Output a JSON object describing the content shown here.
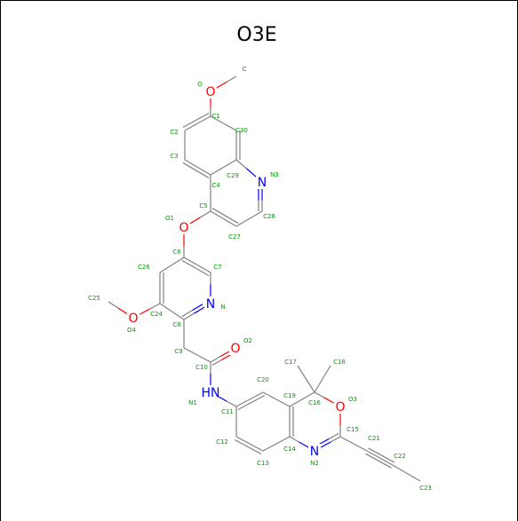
{
  "title": "O3E",
  "colors": {
    "bond": "#808080",
    "oxygen": "#ff0000",
    "nitrogen": "#0000ff",
    "carbon_label": "#00a000",
    "frame": "#000000",
    "title": "#000000"
  },
  "atoms": [
    {
      "id": "C",
      "symbol": "",
      "small": "C"
    },
    {
      "id": "O",
      "symbol": "O",
      "small": "O"
    },
    {
      "id": "C1",
      "symbol": "",
      "small": "C1"
    },
    {
      "id": "C2",
      "symbol": "",
      "small": "C2"
    },
    {
      "id": "C3",
      "symbol": "",
      "small": "C3"
    },
    {
      "id": "C4",
      "symbol": "",
      "small": "C4"
    },
    {
      "id": "C5",
      "symbol": "",
      "small": "C5"
    },
    {
      "id": "C29",
      "symbol": "",
      "small": "C29"
    },
    {
      "id": "C30",
      "symbol": "",
      "small": "C30"
    },
    {
      "id": "N3",
      "symbol": "N",
      "small": "N3"
    },
    {
      "id": "C28",
      "symbol": "",
      "small": "C28"
    },
    {
      "id": "C27",
      "symbol": "",
      "small": "C27"
    },
    {
      "id": "O1",
      "symbol": "O",
      "small": "O1"
    },
    {
      "id": "C6",
      "symbol": "",
      "small": "C6"
    },
    {
      "id": "C7",
      "symbol": "",
      "small": "C7"
    },
    {
      "id": "N",
      "symbol": "N",
      "small": "N"
    },
    {
      "id": "C8",
      "symbol": "",
      "small": "C8"
    },
    {
      "id": "C24",
      "symbol": "",
      "small": "C24"
    },
    {
      "id": "C26",
      "symbol": "",
      "small": "C26"
    },
    {
      "id": "O4",
      "symbol": "O",
      "small": "O4"
    },
    {
      "id": "C25",
      "symbol": "",
      "small": "C25"
    },
    {
      "id": "C9",
      "symbol": "",
      "small": "C9"
    },
    {
      "id": "C10",
      "symbol": "",
      "small": "C10"
    },
    {
      "id": "O2",
      "symbol": "O",
      "small": "O2"
    },
    {
      "id": "N1",
      "symbol": "HN",
      "small": "N1"
    },
    {
      "id": "C11",
      "symbol": "",
      "small": "C11"
    },
    {
      "id": "C20",
      "symbol": "",
      "small": "C20"
    },
    {
      "id": "C19",
      "symbol": "",
      "small": "C19"
    },
    {
      "id": "C12",
      "symbol": "",
      "small": "C12"
    },
    {
      "id": "C13",
      "symbol": "",
      "small": "C13"
    },
    {
      "id": "C14",
      "symbol": "",
      "small": "C14"
    },
    {
      "id": "N2",
      "symbol": "N",
      "small": "N2"
    },
    {
      "id": "C16",
      "symbol": "",
      "small": "C16"
    },
    {
      "id": "C17",
      "symbol": "",
      "small": "C17"
    },
    {
      "id": "C18",
      "symbol": "",
      "small": "C18"
    },
    {
      "id": "O3",
      "symbol": "O",
      "small": "O3"
    },
    {
      "id": "C15",
      "symbol": "",
      "small": "C15"
    },
    {
      "id": "C21",
      "symbol": "",
      "small": "C21"
    },
    {
      "id": "C22",
      "symbol": "",
      "small": "C22"
    },
    {
      "id": "C23",
      "symbol": "",
      "small": "C23"
    }
  ],
  "bonds": [
    [
      "C",
      "O",
      1
    ],
    [
      "O",
      "C1",
      1
    ],
    [
      "C1",
      "C2",
      2
    ],
    [
      "C1",
      "C30",
      1
    ],
    [
      "C2",
      "C3",
      1
    ],
    [
      "C3",
      "C4",
      2
    ],
    [
      "C4",
      "C29",
      1
    ],
    [
      "C29",
      "C30",
      2
    ],
    [
      "C4",
      "C5",
      1
    ],
    [
      "C29",
      "N3",
      1
    ],
    [
      "N3",
      "C28",
      2
    ],
    [
      "C28",
      "C27",
      1
    ],
    [
      "C27",
      "C5",
      2
    ],
    [
      "C5",
      "O1",
      1
    ],
    [
      "O1",
      "C6",
      1
    ],
    [
      "C6",
      "C7",
      2
    ],
    [
      "C7",
      "N",
      1
    ],
    [
      "N",
      "C8",
      2
    ],
    [
      "C8",
      "C24",
      1
    ],
    [
      "C24",
      "C26",
      2
    ],
    [
      "C26",
      "C6",
      1
    ],
    [
      "C24",
      "O4",
      1
    ],
    [
      "O4",
      "C25",
      1
    ],
    [
      "C8",
      "C9",
      1
    ],
    [
      "C9",
      "C10",
      1
    ],
    [
      "C10",
      "O2",
      2
    ],
    [
      "C10",
      "N1",
      1
    ],
    [
      "N1",
      "C11",
      1
    ],
    [
      "C11",
      "C20",
      2
    ],
    [
      "C20",
      "C19",
      1
    ],
    [
      "C11",
      "C12",
      1
    ],
    [
      "C12",
      "C13",
      2
    ],
    [
      "C13",
      "C14",
      1
    ],
    [
      "C14",
      "C19",
      2
    ],
    [
      "C14",
      "N2",
      1
    ],
    [
      "C19",
      "C16",
      1
    ],
    [
      "C16",
      "C17",
      1
    ],
    [
      "C16",
      "C18",
      1
    ],
    [
      "C16",
      "O3",
      1
    ],
    [
      "O3",
      "C15",
      1
    ],
    [
      "C15",
      "N2",
      2
    ],
    [
      "C15",
      "C21",
      1
    ],
    [
      "C21",
      "C22",
      3
    ],
    [
      "C22",
      "C23",
      1
    ]
  ]
}
